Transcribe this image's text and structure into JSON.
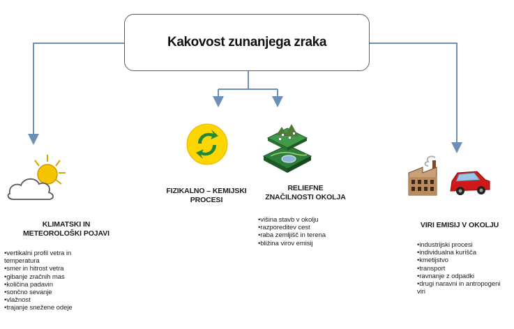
{
  "title": "Kakovost zunanjega zraka",
  "colors": {
    "connector": "#6b8fb5",
    "box_border": "#5d5d5d"
  },
  "categories": [
    {
      "key": "climate",
      "heading_lines": [
        "KLIMATSKI IN",
        "METEOROLOŠKI POJAVI"
      ],
      "icon": "sun-behind-cloud-icon",
      "items": [
        "vertikalni profil vetra in temperatura",
        "smer in hitrost vetra",
        "gibanje zračnih mas",
        "količina padavin",
        "sončno sevanje",
        "vlažnost",
        "trajanje snežene odeje"
      ]
    },
    {
      "key": "physchem",
      "heading_lines": [
        "FIZIKALNO – KEMIJSKI",
        "PROCESI"
      ],
      "icon": "recycle-dot-icon",
      "items": []
    },
    {
      "key": "relief",
      "heading_lines": [
        "RELIEFNE",
        "ZNAČILNOSTI OKOLJA"
      ],
      "icon": "terrain-map-icon",
      "items": [
        "višina stavb v okolju",
        "razporeditev cest",
        "raba zemljišč in terena",
        "bližina virov emisij"
      ]
    },
    {
      "key": "emissions",
      "heading_lines": [
        "VIRI EMISIJ V OKOLJU"
      ],
      "icon": "factory-and-car-icon",
      "items": [
        "industrijski procesi",
        "individualna kurišča",
        "kmetijstvo",
        "transport",
        "ravnanje z odpadki",
        "drugi naravni in antropogeni viri"
      ]
    }
  ]
}
